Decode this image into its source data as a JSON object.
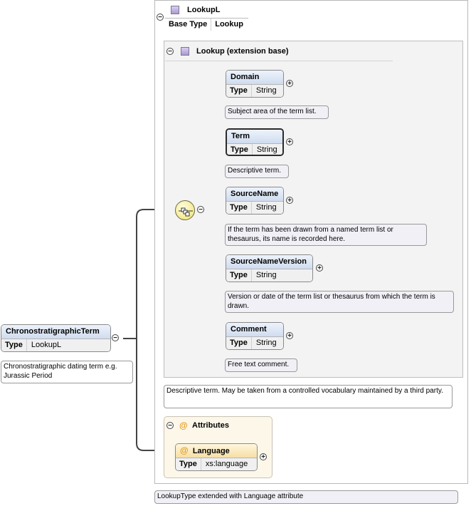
{
  "root": {
    "name": "ChronostratigraphicTerm",
    "type_key": "Type",
    "type_value": "LookupL",
    "note": "Chronostratigraphic dating term e.g. Jurassic Period"
  },
  "complex_type": {
    "name": "LookupL",
    "base_type_key": "Base Type",
    "base_type_value": "Lookup",
    "note": "LookupType extended with Language attribute"
  },
  "extension": {
    "title": "Lookup (extension base)",
    "note": "Descriptive term. May be taken from a controlled vocabulary maintained by a third party."
  },
  "elements": [
    {
      "name": "Domain",
      "type_key": "Type",
      "type_value": "String",
      "note": "Subject area of the term list."
    },
    {
      "name": "Term",
      "type_key": "Type",
      "type_value": "String",
      "note": "Descriptive term."
    },
    {
      "name": "SourceName",
      "type_key": "Type",
      "type_value": "String",
      "note": "If the term has been drawn from a named term list or thesaurus, its name is recorded here."
    },
    {
      "name": "SourceNameVersion",
      "type_key": "Type",
      "type_value": "String",
      "note": "Version or date of the term list or thesaurus from which the term is drawn."
    },
    {
      "name": "Comment",
      "type_key": "Type",
      "type_value": "String",
      "note": "Free text comment."
    }
  ],
  "attributes": {
    "title": "Attributes",
    "symbol": "@",
    "items": [
      {
        "name": "Language",
        "type_key": "Type",
        "type_value": "xs:language"
      }
    ]
  },
  "buttons": {
    "collapse": "−",
    "expand": "+"
  },
  "icons": {
    "complex_type": "complex-type-square-icon",
    "sequence": "sequence-compositor-icon",
    "attribute": "at-sign-icon"
  },
  "colors": {
    "element_header": "#cfdcef",
    "type_square": "#a99bd0",
    "compositor": "#f4ea8d",
    "attribute_header": "#f6dfa6",
    "attribute_symbol": "#e59a1a"
  }
}
